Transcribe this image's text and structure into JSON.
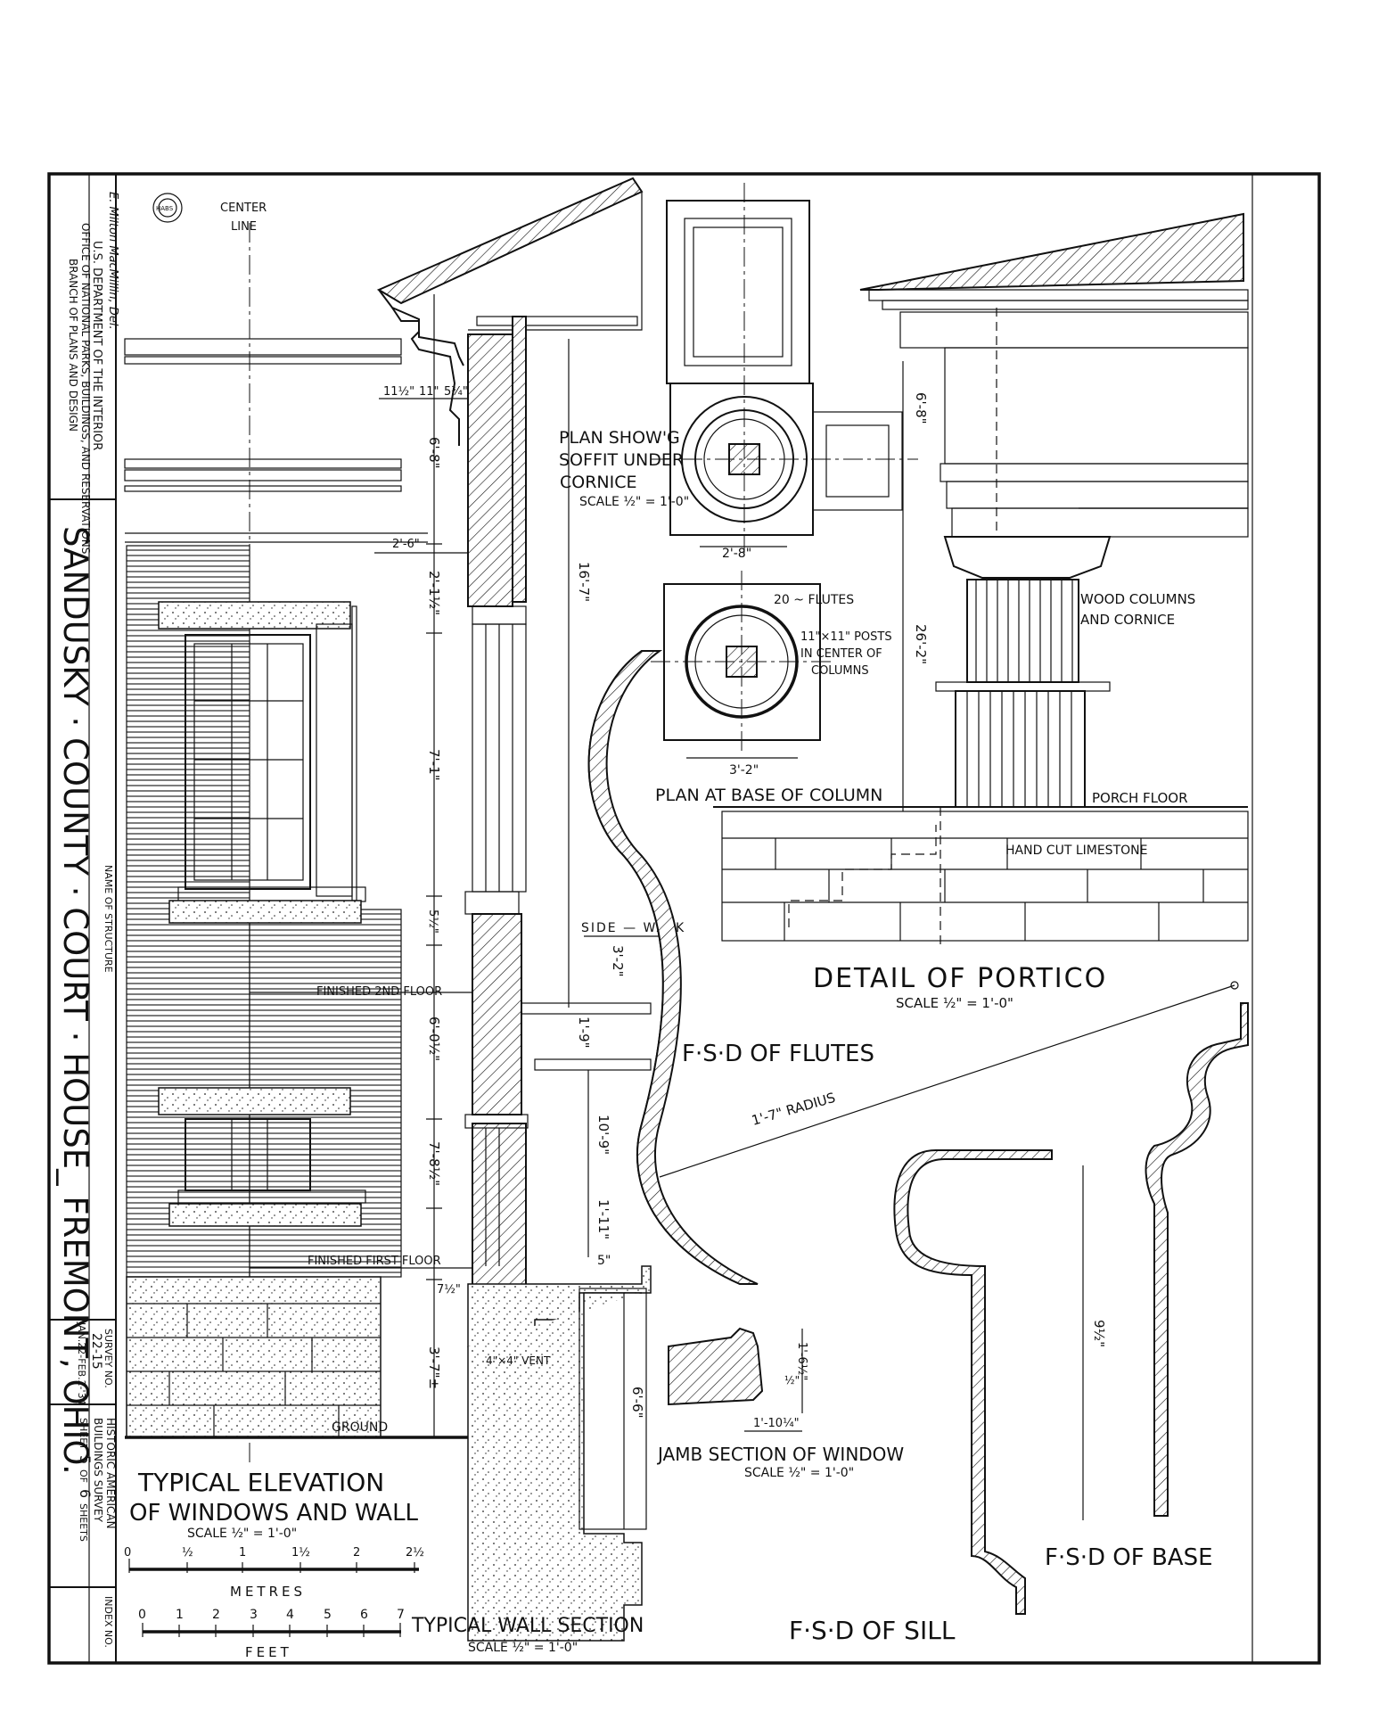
{
  "sheet": {
    "agency_lines": [
      "U.S. DEPARTMENT OF THE INTERIOR",
      "OFFICE OF NATIONAL PARKS, BUILDINGS, AND RESERVATIONS",
      "BRANCH OF PLANS AND DESIGN"
    ],
    "delineator": "E. Milton MacMillin, Del.",
    "name_of_structure_label": "NAME OF STRUCTURE",
    "structure_name": "SANDUSKY · COUNTY · COURT · HOUSE_ FREMONT, OHIO.",
    "survey_no_label": "SURVEY NO.",
    "survey_no": "22-15",
    "survey_dates": "JAN.22-FEB.2-'34",
    "habs_lines": [
      "HISTORIC AMERICAN",
      "BUILDINGS SURVEY"
    ],
    "sheet_label": "SHEET",
    "sheet_number": "5",
    "of_label": "OF",
    "sheet_total": "6",
    "sheets_label": "SHEETS",
    "index_label": "INDEX NO."
  },
  "elevation": {
    "centerline": [
      "CENTER",
      "LINE"
    ],
    "title_line1": "TYPICAL ELEVATION",
    "title_line2": "OF WINDOWS AND WALL",
    "scale": "SCALE ½\" = 1'-0\"",
    "finished_2nd": "FINISHED 2ND FLOOR",
    "finished_1st": "FINISHED FIRST FLOOR",
    "ground": "GROUND",
    "dims": {
      "d1": "11½\"",
      "d2": "11\"",
      "d3": "5¾\"",
      "d4": "6'-8\"",
      "d5": "2'-6\"",
      "d6": "2'-1½\"",
      "d7": "7'-1\"",
      "d8": "5½\"",
      "d9": "6'-0½\"",
      "d10": "7'-8½\"",
      "d11": "7½\"",
      "d12": "3'-7\"±"
    }
  },
  "scale_bar": {
    "metres_label": "METRES",
    "metres_ticks": [
      "0",
      "½",
      "1",
      "1½",
      "2",
      "2½"
    ],
    "feet_label": "FEET",
    "feet_ticks": [
      "0",
      "1",
      "2",
      "3",
      "4",
      "5",
      "6",
      "7"
    ]
  },
  "wall_section": {
    "title": "TYPICAL WALL SECTION",
    "scale": "SCALE ½\" = 1'-0\"",
    "dims": {
      "h1": "16'-7\"",
      "h2": "1'-9\"",
      "h3": "10'-9\"",
      "h4": "1'-11\"",
      "h5": "5\"",
      "h6": "6'-6\"",
      "h7": "3'-2\""
    },
    "sidewalk": "SIDE — WALK",
    "vent": "4\"×4\" VENT"
  },
  "soffit_plan": {
    "line1": "PLAN SHOW'G",
    "line2": "SOFFIT UNDER",
    "line3": "CORNICE",
    "scale": "SCALE ½\" = 1'-0\"",
    "dim": "2'-8\""
  },
  "column_plan": {
    "flutes": "20 ~ FLUTES",
    "posts_line1": "11\"×11\" POSTS",
    "posts_line2": "IN CENTER OF",
    "posts_line3": "COLUMNS",
    "dim": "3'-2\"",
    "title": "PLAN AT BASE OF COLUMN"
  },
  "portico": {
    "wood_line1": "WOOD COLUMNS",
    "wood_line2": "AND CORNICE",
    "dim1": "6'-8\"",
    "dim2": "26'-2\"",
    "porch_floor": "PORCH FLOOR",
    "limestone": "HAND CUT LIMESTONE",
    "title": "DETAIL OF PORTICO",
    "scale": "SCALE ½\" = 1'-0\""
  },
  "flutes_fsd": {
    "title": "F·S·D OF FLUTES",
    "radius": "1'-7\" RADIUS"
  },
  "jamb": {
    "title": "JAMB SECTION OF WINDOW",
    "scale": "SCALE ½\" = 1'-0\"",
    "d1": "1'-6½\"",
    "d2": "1'-10¼\"",
    "d3": "½\""
  },
  "base_fsd": {
    "title": "F·S·D OF BASE",
    "dim": "9½\""
  },
  "sill_fsd": {
    "title": "F·S·D OF SILL"
  },
  "stamp": "HABS"
}
